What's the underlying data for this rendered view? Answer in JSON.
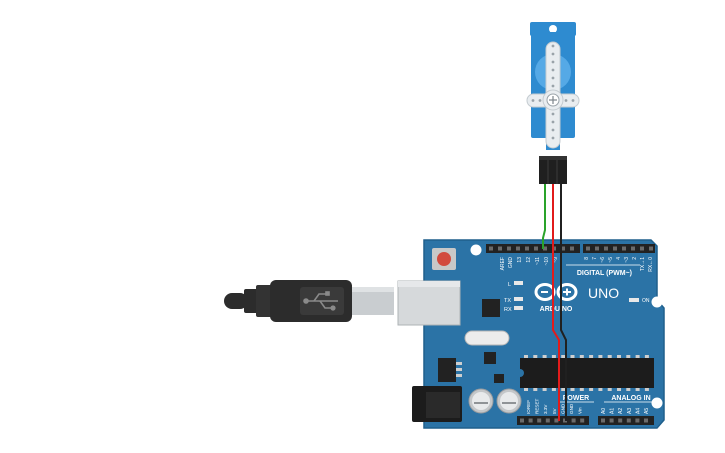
{
  "colors": {
    "board": "#2b73a6",
    "board_dark": "#1f5f8c",
    "servo_body": "#2e8bd0",
    "servo_light": "#55a9e6",
    "horn": "#e9edf0",
    "header": "#222222",
    "wire_signal": "#2aa32a",
    "wire_power": "#e21b1b",
    "wire_ground": "#202020",
    "usb_plug": "#2c2c2c",
    "usb_metal": "#c9cdd0",
    "led": "#e8e8e8",
    "reset_button": "#d24a3e"
  },
  "arduino": {
    "brand": "ARDUINO",
    "model": "UNO",
    "digital_label": "DIGITAL (PWM~)",
    "power_label": "POWER",
    "analog_label": "ANALOG IN",
    "on_label": "ON",
    "led_labels": [
      "L",
      "TX",
      "RX"
    ],
    "digital_pins": [
      "AREF",
      "GND",
      "13",
      "12",
      "~11",
      "~10",
      "~9",
      "8",
      "7",
      "~6",
      "~5",
      "4",
      "~3",
      "2",
      "TX→1",
      "RX←0"
    ],
    "power_pins": [
      "IOREF",
      "RESET",
      "3.3V",
      "5V",
      "GND",
      "GND",
      "Vin"
    ],
    "analog_pins": [
      "A0",
      "A1",
      "A2",
      "A3",
      "A4",
      "A5"
    ]
  },
  "icons": {
    "usb_cable": "usb-cable-icon",
    "servo": "servo-motor-icon"
  }
}
